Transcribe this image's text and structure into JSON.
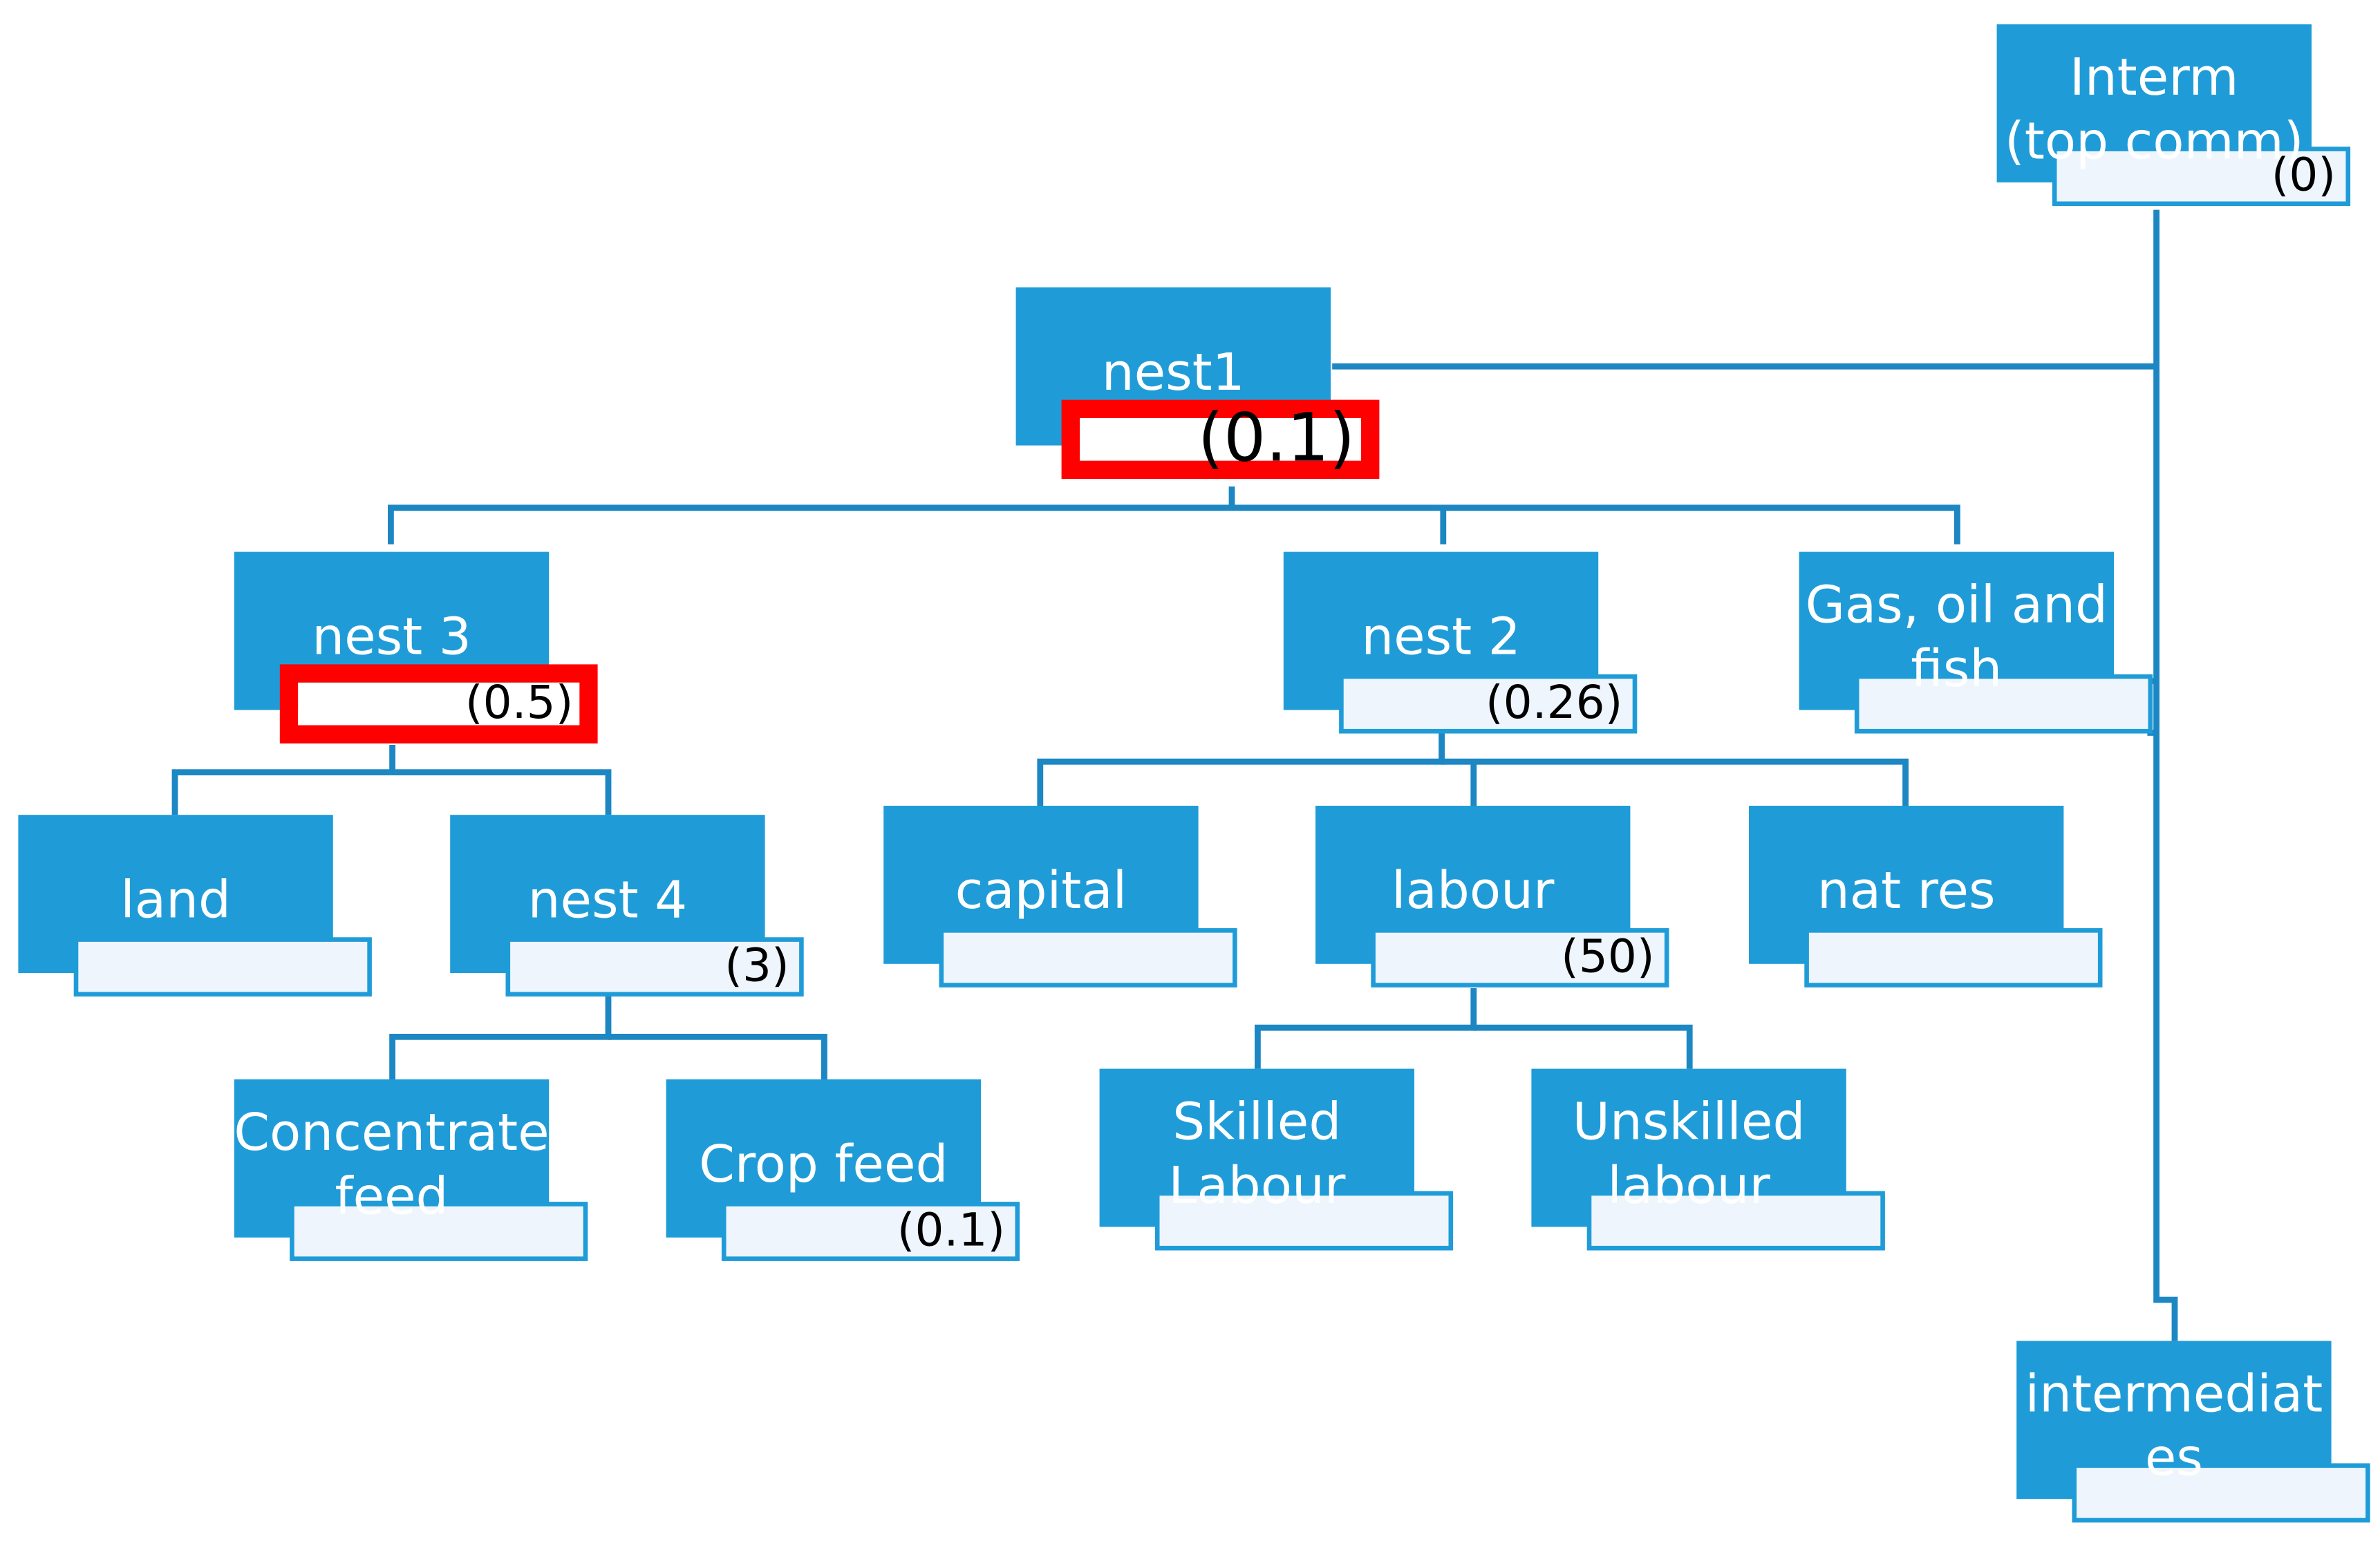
{
  "colors": {
    "box": "#1f9cd8",
    "sub_fill": "#eef5fc",
    "connector": "#1c87c3",
    "highlight": "#ff0000"
  },
  "nodes": {
    "interm": {
      "lines": [
        "Interm",
        "(top  comm)"
      ],
      "sub": "(0)"
    },
    "nest1": {
      "lines": [
        "nest1"
      ],
      "sub": "(0.1)"
    },
    "nest3": {
      "lines": [
        "nest 3"
      ],
      "sub": "(0.5)"
    },
    "nest2": {
      "lines": [
        "nest 2"
      ],
      "sub": "(0.26)"
    },
    "gas": {
      "lines": [
        "Gas, oil and",
        "fish"
      ],
      "sub": ""
    },
    "land": {
      "lines": [
        "land"
      ],
      "sub": ""
    },
    "nest4": {
      "lines": [
        "nest 4"
      ],
      "sub": "(3)"
    },
    "capital": {
      "lines": [
        "capital"
      ],
      "sub": ""
    },
    "labour": {
      "lines": [
        "labour"
      ],
      "sub": "(50)"
    },
    "natres": {
      "lines": [
        "nat res"
      ],
      "sub": ""
    },
    "concentrate": {
      "lines": [
        "Concentrate",
        "feed"
      ],
      "sub": ""
    },
    "cropfeed": {
      "lines": [
        "Crop feed"
      ],
      "sub": "(0.1)"
    },
    "skilled": {
      "lines": [
        "Skilled",
        "Labour"
      ],
      "sub": ""
    },
    "unskilled": {
      "lines": [
        "Unskilled",
        "labour"
      ],
      "sub": ""
    },
    "intermediates": {
      "lines": [
        "intermediat",
        "es"
      ],
      "sub": ""
    }
  }
}
